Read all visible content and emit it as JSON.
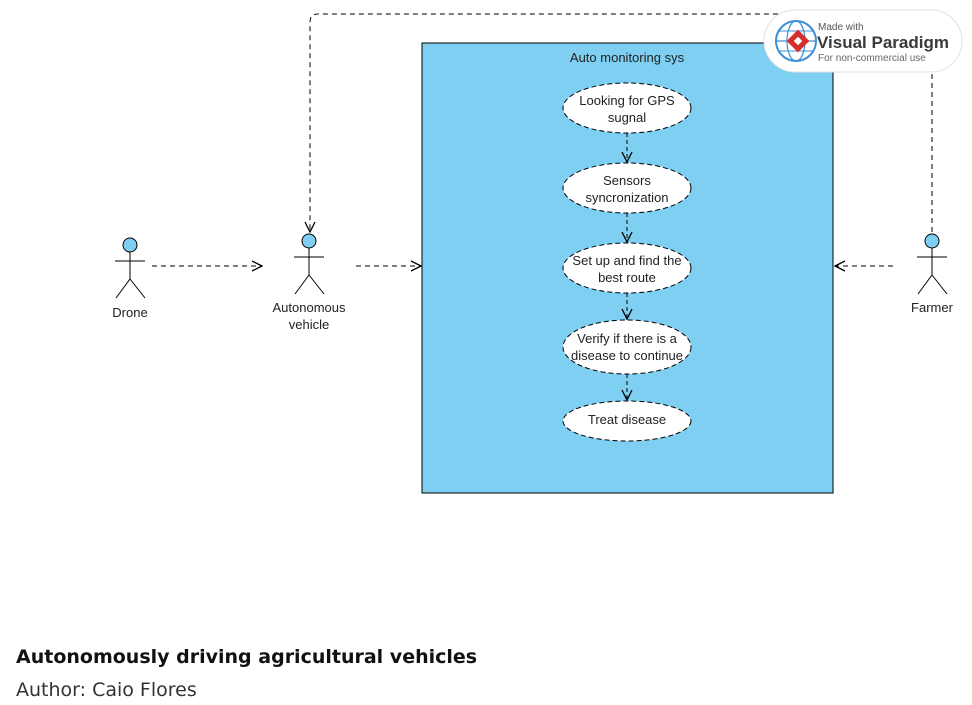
{
  "diagram": {
    "system_title": "Auto monitoring sys",
    "actors": {
      "drone": "Drone",
      "vehicle_line1": "Autonomous",
      "vehicle_line2": "vehicle",
      "farmer": "Farmer"
    },
    "use_cases": [
      {
        "line1": "Looking for GPS",
        "line2": "sugnal"
      },
      {
        "line1": "Sensors",
        "line2": "syncronization"
      },
      {
        "line1": "Set up and find the",
        "line2": "best route"
      },
      {
        "line1": "Verify if there is a",
        "line2": "disease to continue"
      },
      {
        "line1": "Treat disease",
        "line2": ""
      }
    ],
    "colors": {
      "system_fill": "#7fcff2",
      "actor_head": "#7fcff2",
      "usecase_fill": "#ffffff"
    }
  },
  "watermark": {
    "made_with": "Made with",
    "brand": "Visual Paradigm",
    "note": "For non-commercial use"
  },
  "caption": {
    "title": "Autonomously driving agricultural vehicles",
    "author": "Author: Caio Flores"
  }
}
